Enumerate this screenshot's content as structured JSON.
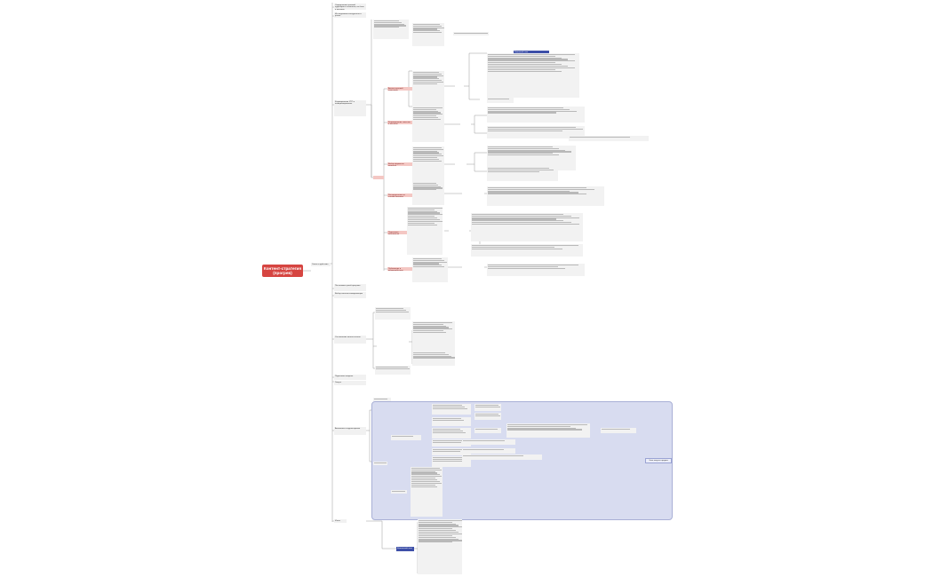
{
  "root": {
    "label": "Контент-стратегия (прогрев)"
  },
  "branch_main": {
    "label": "Этапы и действия"
  },
  "top_notes": [
    "Определение целевой аудитории и сегментов, их боли и желания",
    "Исследование конкурентов и рынка"
  ],
  "left_notes": [
    "Формирование УТП и позиционирования",
    "Постановка целей прогрева",
    "Выбор каналов коммуникации",
    "Составление контент-плана",
    "Подготовка визуала",
    "Запуск",
    "Аналитика и корректировка",
    "Итоги"
  ],
  "red_nodes": [
    "Анализ целевой аудитории",
    "Формирование смыслов и посылов",
    "Выбор форматов контента",
    "Распределение по этапам прогрева",
    "Подготовка материалов",
    "Публикация и взаимодействие"
  ],
  "highlight_node": {
    "label": "Ключевой этап"
  },
  "region_label": {
    "label": "Этап запуска продаж"
  },
  "blue_node": {
    "label": "Финальный этап"
  },
  "colors": {
    "root": "#d64541",
    "red_node": "#f4c7c3",
    "region": "#d8dcf0",
    "blue_node": "#3d4fa8",
    "line": "#9a9a9a"
  }
}
